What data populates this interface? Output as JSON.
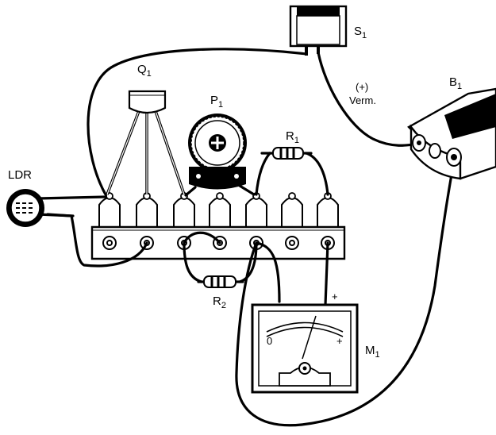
{
  "labels": {
    "q1": {
      "main": "Q",
      "sub": "1"
    },
    "p1": {
      "main": "P",
      "sub": "1"
    },
    "r1": {
      "main": "R",
      "sub": "1"
    },
    "r2": {
      "main": "R",
      "sub": "2"
    },
    "s1": {
      "main": "S",
      "sub": "1"
    },
    "b1": {
      "main": "B",
      "sub": "1"
    },
    "m1": {
      "main": "M",
      "sub": "1"
    },
    "ldr": "LDR",
    "battery_polarity": "(+)",
    "battery_wire_color": "Verm.",
    "meter_plus_terminal": "+",
    "meter_scale_zero": "0",
    "meter_scale_plus": "+"
  }
}
